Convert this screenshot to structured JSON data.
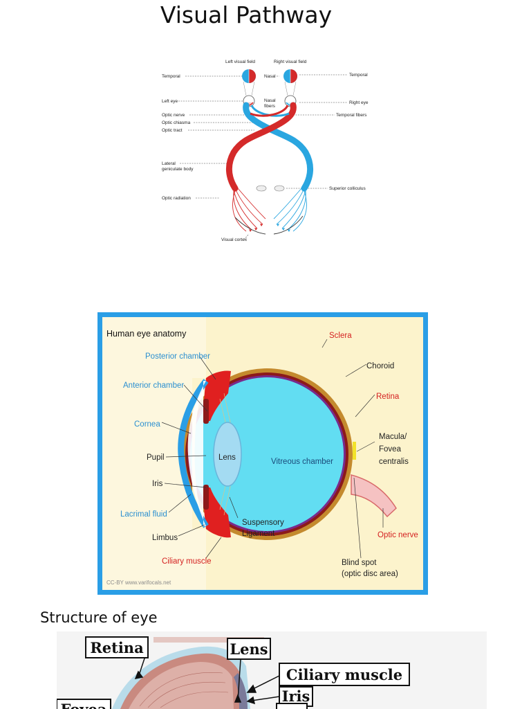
{
  "page": {
    "title": "Visual Pathway",
    "structure_title": "Structure of eye"
  },
  "pathway": {
    "labels": {
      "left_visual_field": "Left visual field",
      "right_visual_field": "Right visual field",
      "temporal_left": "Temporal",
      "nasal": "Nasal",
      "temporal_right": "Temporal",
      "left_eye": "Left eye",
      "nasal_fibers_1": "Nasal",
      "nasal_fibers_2": "fibers",
      "right_eye": "Right eye",
      "optic_nerve": "Optic nerve",
      "temporal_fibers": "Temporal fibers",
      "optic_chiasma": "Optic chiasma",
      "optic_tract": "Optic tract",
      "lateral_1": "Lateral",
      "lateral_2": "geniculate body",
      "superior_colliculus": "Superior colliculus",
      "optic_radiation": "Optic radiation",
      "visual_cortex": "Visual cortex"
    },
    "colors": {
      "left": "#d42a2a",
      "right": "#2aa6e0"
    }
  },
  "eye_anatomy": {
    "heading": "Human eye anatomy",
    "credit": "CC-BY www.varifocals.net",
    "labels": {
      "posterior_chamber": "Posterior chamber",
      "anterior_chamber": "Anterior chamber",
      "cornea": "Cornea",
      "pupil": "Pupil",
      "iris": "Iris",
      "lacrimal_fluid": "Lacrimal fluid",
      "limbus": "Limbus",
      "ciliary_muscle": "Ciliary muscle",
      "lens": "Lens",
      "vitreous_chamber": "Vitreous chamber",
      "suspensory_1": "Suspensory",
      "suspensory_2": "Ligament",
      "sclera": "Sclera",
      "choroid": "Choroid",
      "retina": "Retina",
      "macula_1": "Macula/",
      "macula_2": "Fovea",
      "macula_3": "centralis",
      "optic_nerve": "Optic nerve",
      "blind_spot_1": "Blind spot",
      "blind_spot_2": "(optic disc area)"
    },
    "colors": {
      "background": "#fcf3cc",
      "frame": "#2a9ee6",
      "vitreous": "#62ddf2",
      "sclera": "#c48a2e",
      "choroid": "#8c1a1a",
      "ciliary": "#e02020",
      "cornea": "#2a9ee6",
      "blue_text": "#2a8fd0",
      "red_text": "#d42020"
    }
  },
  "structure": {
    "labels": {
      "retina": "Retina",
      "lens": "Lens",
      "ciliary_muscle": "Ciliary muscle",
      "iris": "Iris",
      "fovea": "Fovea"
    }
  }
}
